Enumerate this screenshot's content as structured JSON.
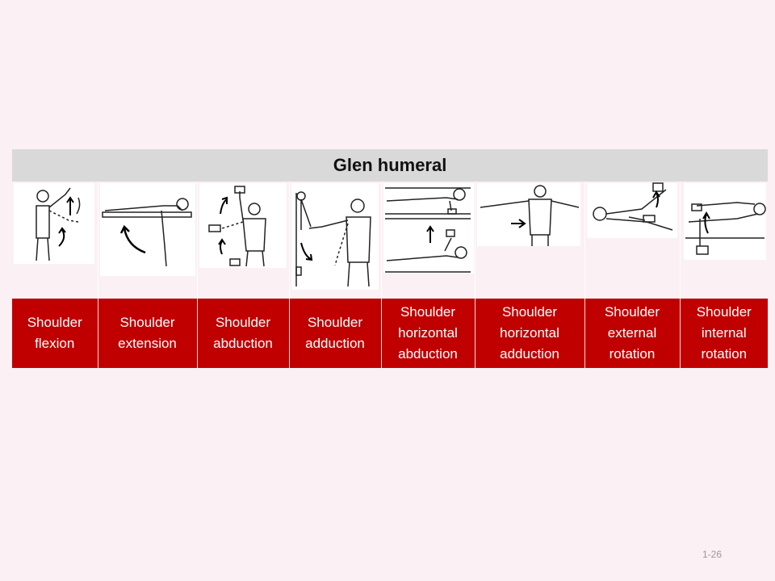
{
  "table": {
    "title": "Glen humeral",
    "columns": [
      {
        "label": "Shoulder\nflexion",
        "illustration": "shoulder-flexion-illustration"
      },
      {
        "label": "Shoulder\nextension",
        "illustration": "shoulder-extension-illustration"
      },
      {
        "label": "Shoulder\nabduction",
        "illustration": "shoulder-abduction-illustration"
      },
      {
        "label": "Shoulder\nadduction",
        "illustration": "shoulder-adduction-illustration"
      },
      {
        "label": "Shoulder\nhorizontal\nabduction",
        "illustration": "shoulder-horizontal-abduction-illustration"
      },
      {
        "label": "Shoulder\nhorizontal\nadduction",
        "illustration": "shoulder-horizontal-adduction-illustration"
      },
      {
        "label": "Shoulder\nexternal\nrotation",
        "illustration": "shoulder-external-rotation-illustration"
      },
      {
        "label": "Shoulder\ninternal\nrotation",
        "illustration": "shoulder-internal-rotation-illustration"
      }
    ]
  },
  "footer": {
    "page_number": "1-26"
  }
}
